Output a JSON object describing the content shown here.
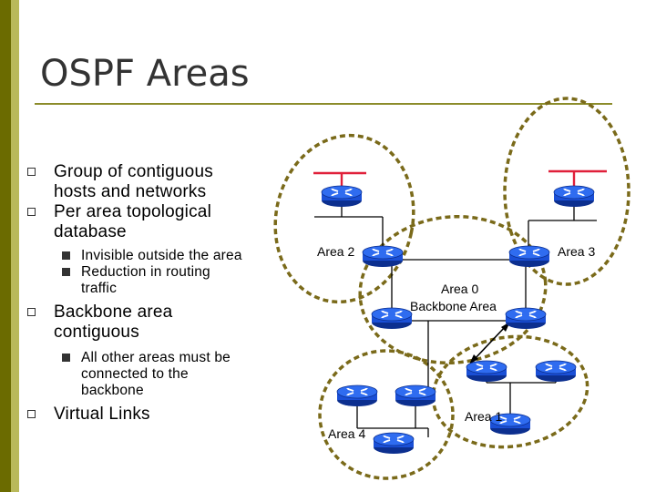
{
  "slide": {
    "title": "OSPF Areas",
    "bullets": [
      {
        "level": 1,
        "text_lines": [
          "Group of contiguous",
          "hosts and networks"
        ]
      },
      {
        "level": 1,
        "text_lines": [
          "Per area topological",
          "database"
        ]
      },
      {
        "level": 2,
        "text_lines": [
          "Invisible outside the area"
        ]
      },
      {
        "level": 2,
        "text_lines": [
          "Reduction in routing",
          "traffic"
        ]
      },
      {
        "level": 1,
        "text_lines": [
          "Backbone area",
          "contiguous"
        ]
      },
      {
        "level": 2,
        "text_lines": [
          "All other areas must be",
          "connected to the",
          "backbone"
        ]
      },
      {
        "level": 1,
        "text_lines": [
          "Virtual Links"
        ]
      }
    ]
  },
  "diagram": {
    "areas": {
      "area2": "Area 2",
      "area3": "Area 3",
      "area0_line1": "Area 0",
      "area0_line2": "Backbone Area",
      "area1": "Area 1",
      "area4": "Area 4"
    },
    "colors": {
      "router_fill": "#1a4fd6",
      "area_border": "#7a6a1a",
      "link": "#000000",
      "lan_segment": "#e0203a"
    }
  }
}
